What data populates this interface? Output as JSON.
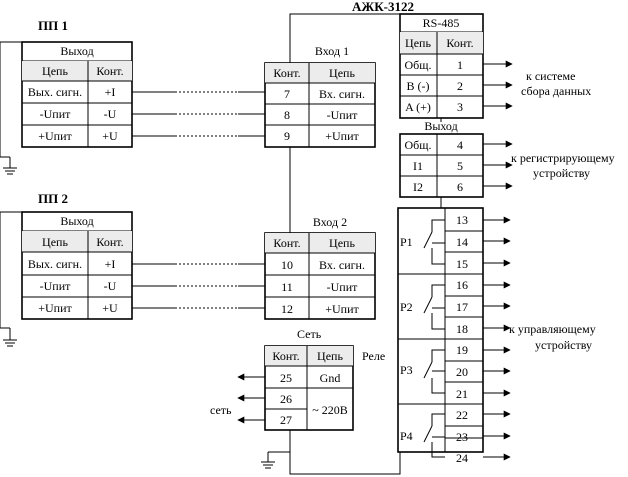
{
  "device": {
    "title": "АЖК-3122"
  },
  "pp1": {
    "title": "ПП 1",
    "block_label": "Выход",
    "col_chain": "Цепь",
    "col_cont": "Конт.",
    "rows": [
      {
        "chain": "Вых. сигн.",
        "cont": "+I"
      },
      {
        "chain": "-Uпит",
        "cont": "-U"
      },
      {
        "chain": "+Uпит",
        "cont": "+U"
      }
    ]
  },
  "pp2": {
    "title": "ПП 2",
    "block_label": "Выход",
    "col_chain": "Цепь",
    "col_cont": "Конт.",
    "rows": [
      {
        "chain": "Вых. сигн.",
        "cont": "+I"
      },
      {
        "chain": "-Uпит",
        "cont": "-U"
      },
      {
        "chain": "+Uпит",
        "cont": "+U"
      }
    ]
  },
  "input1": {
    "title": "Вход 1",
    "col_cont": "Конт.",
    "col_chain": "Цепь",
    "rows": [
      {
        "cont": "7",
        "chain": "Вх. сигн."
      },
      {
        "cont": "8",
        "chain": "-Uпит"
      },
      {
        "cont": "9",
        "chain": "+Uпит"
      }
    ]
  },
  "input2": {
    "title": "Вход 2",
    "col_cont": "Конт.",
    "col_chain": "Цепь",
    "rows": [
      {
        "cont": "10",
        "chain": "Вх. сигн."
      },
      {
        "cont": "11",
        "chain": "-Uпит"
      },
      {
        "cont": "12",
        "chain": "+Uпит"
      }
    ]
  },
  "power": {
    "title": "Сеть",
    "col_cont": "Конт.",
    "col_chain": "Цепь",
    "rows": [
      {
        "cont": "25",
        "chain": "Gnd"
      },
      {
        "cont": "26",
        "chain": ""
      },
      {
        "cont": "27",
        "chain": ""
      }
    ],
    "voltage": "~ 220В",
    "net_label": "сеть"
  },
  "rs485": {
    "title": "RS-485",
    "col_chain": "Цепь",
    "col_cont": "Конт.",
    "rows": [
      {
        "chain": "Общ.",
        "cont": "1"
      },
      {
        "chain": "B (-)",
        "cont": "2"
      },
      {
        "chain": "A (+)",
        "cont": "3"
      }
    ],
    "target": [
      "к системе",
      "сбора данных"
    ]
  },
  "output": {
    "title": "Выход",
    "rows": [
      {
        "chain": "Общ.",
        "cont": "4"
      },
      {
        "chain": "I1",
        "cont": "5"
      },
      {
        "chain": "I2",
        "cont": "6"
      }
    ],
    "target": [
      "к регистрирующему",
      "устройству"
    ]
  },
  "relays": {
    "title": "Реле",
    "groups": [
      {
        "name": "P1",
        "contacts": [
          "13",
          "14",
          "15"
        ]
      },
      {
        "name": "P2",
        "contacts": [
          "16",
          "17",
          "18"
        ]
      },
      {
        "name": "P3",
        "contacts": [
          "19",
          "20",
          "21"
        ]
      },
      {
        "name": "P4",
        "contacts": [
          "22",
          "23",
          "24"
        ]
      }
    ],
    "target": [
      "к управляющему",
      "устройству"
    ]
  }
}
